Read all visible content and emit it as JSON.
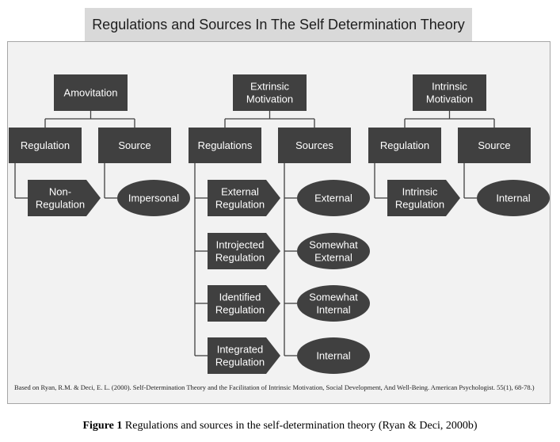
{
  "title": "Regulations and Sources In The Self Determination Theory",
  "columns": [
    {
      "header": [
        "Amovitation"
      ],
      "regulation_label": "Regulation",
      "source_label": "Source",
      "regulations": [
        [
          "Non-",
          "Regulation"
        ]
      ],
      "sources": [
        [
          "Impersonal"
        ]
      ]
    },
    {
      "header": [
        "Extrinsic",
        "Motivation"
      ],
      "regulation_label": "Regulations",
      "source_label": "Sources",
      "regulations": [
        [
          "External",
          "Regulation"
        ],
        [
          "Introjected",
          "Regulation"
        ],
        [
          "Identified",
          "Regulation"
        ],
        [
          "Integrated",
          "Regulation"
        ]
      ],
      "sources": [
        [
          "External"
        ],
        [
          "Somewhat",
          "External"
        ],
        [
          "Somewhat",
          "Internal"
        ],
        [
          "Internal"
        ]
      ]
    },
    {
      "header": [
        "Intrinsic",
        "Motivation"
      ],
      "regulation_label": "Regulation",
      "source_label": "Source",
      "regulations": [
        [
          "Intrinsic",
          "Regulation"
        ]
      ],
      "sources": [
        [
          "Internal"
        ]
      ]
    }
  ],
  "citation": "Based on Ryan, R.M. & Deci, E. L. (2000). Self-Determination Theory and the Facilitation of Intrinsic Motivation, Social Development, And Well-Being. American Psychologist. 55(1), 68-78.)",
  "caption": {
    "label": "Figure 1",
    "text": " Regulations and sources in the self-determination theory (Ryan & Deci, 2000b)"
  },
  "colors": {
    "node_fill": "#404040",
    "connector": "#404040",
    "panel": "#f2f2f2",
    "title_bar": "#d9d9d9"
  }
}
